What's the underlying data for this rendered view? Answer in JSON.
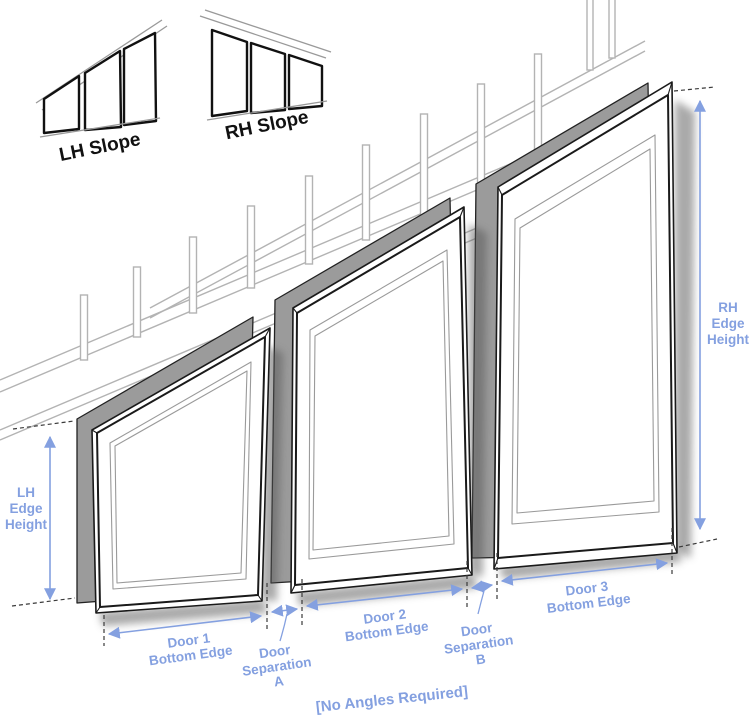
{
  "insets": {
    "lh_slope_label": "LH Slope",
    "rh_slope_label": "RH Slope"
  },
  "dimensions": {
    "lh_edge_height": [
      "LH",
      "Edge",
      "Height"
    ],
    "rh_edge_height": [
      "RH",
      "Edge",
      "Height"
    ],
    "door1_bottom_edge": [
      "Door 1",
      "Bottom Edge"
    ],
    "door2_bottom_edge": [
      "Door 2",
      "Bottom Edge"
    ],
    "door3_bottom_edge": [
      "Door 3",
      "Bottom Edge"
    ],
    "door_separation_a": [
      "Door",
      "Separation",
      "A"
    ],
    "door_separation_b": [
      "Door",
      "Separation",
      "B"
    ]
  },
  "footnote": "[No Angles Required]",
  "colors": {
    "dimension_blue": "#84a0e0",
    "panel_gray": "#9b9b9b",
    "outline_black": "#1a1a1a",
    "stair_gray": "#b3b3b3",
    "background": "#ffffff"
  }
}
